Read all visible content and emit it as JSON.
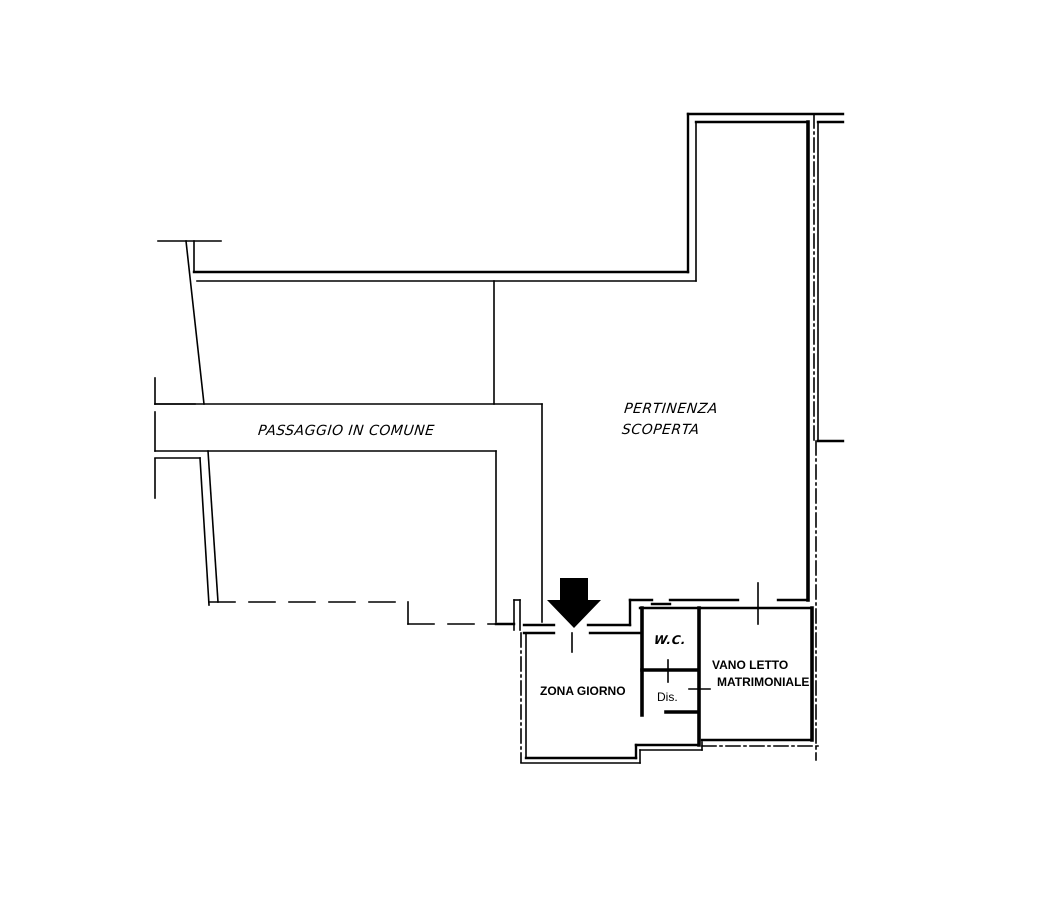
{
  "plan": {
    "areas": {
      "passaggio": "PASSAGGIO IN COMUNE",
      "pertinenza_line1": "PERTINENZA",
      "pertinenza_line2": "SCOPERTA",
      "zona_giorno": "ZONA GIORNO",
      "wc": "W.C.",
      "disimpegno": "Dis.",
      "vano_letto_line1": "VANO LETTO",
      "vano_letto_line2": "MATRIMONIALE"
    },
    "entrance_marker": "arrow-down-icon",
    "colors": {
      "ink": "#000000",
      "paper": "#ffffff"
    }
  }
}
